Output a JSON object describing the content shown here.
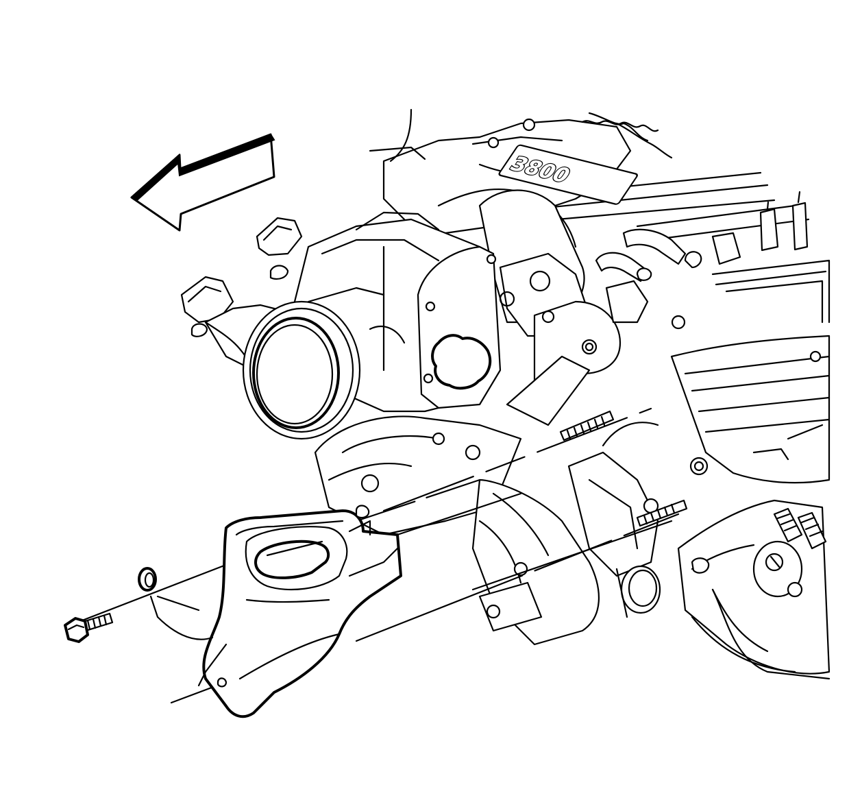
{
  "diagram": {
    "kind": "exploded-view line illustration",
    "colors": {
      "ink": "#000000",
      "paper": "#ffffff"
    },
    "parts": [
      {
        "id": "direction-arrow",
        "icon": "arrow-left-icon"
      },
      {
        "id": "throttle-body"
      },
      {
        "id": "intake-plenum"
      },
      {
        "id": "engine-block"
      },
      {
        "id": "bracket"
      },
      {
        "id": "bolt"
      },
      {
        "id": "washer"
      },
      {
        "id": "stud"
      },
      {
        "id": "exhaust-manifold"
      }
    ],
    "engine_cover_logo": "3800"
  }
}
